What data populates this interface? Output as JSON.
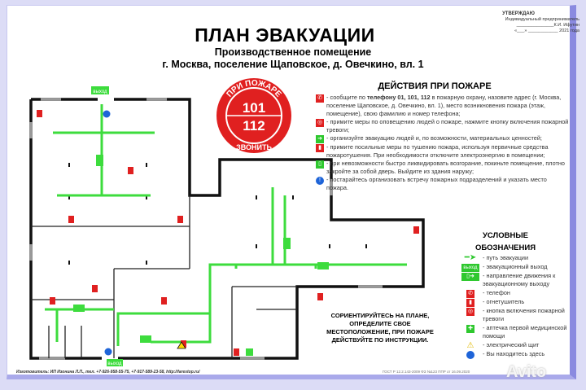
{
  "header": {
    "title": "ПЛАН ЭВАКУАЦИИ",
    "subtitle1": "Производственное помещение",
    "subtitle2": "г. Москва, поселение Щаповское, д. Овечкино, вл. 1"
  },
  "approval": {
    "heading": "УТВЕРЖДАЮ",
    "line1": "Индивидуальный предприниматель",
    "line2": "_______________К.И. Ифутин",
    "line3": "«___» ____________ 2021 года"
  },
  "badge": {
    "top": "ПРИ ПОЖАРЕ",
    "num1": "101",
    "num2": "112",
    "bottom": "ЗВОНИТЬ"
  },
  "actions": {
    "heading": "ДЕЙСТВИЯ ПРИ ПОЖАРЕ",
    "items": [
      {
        "icon": "phone-icon",
        "color": "#e02020",
        "text_pre": "- сообщите по ",
        "text_bold": "телефону 01, 101, 112",
        "text_post": " в пожарную охрану, назовите адрес (г. Москва, поселение Щаповское, д. Овечкино, вл. 1), место возникновения пожара (этаж, помещение), свою фамилию и номер телефона;"
      },
      {
        "icon": "alarm-button-icon",
        "color": "#e02020",
        "text_pre": "- примите меры по оповещению людей о пожаре, нажмите кнопку включения пожарной тревоги;"
      },
      {
        "icon": "arrow-right-icon",
        "color": "#2ec82e",
        "text_pre": "- организуйте эвакуацию людей и, по возможности, материальных ценностей;"
      },
      {
        "icon": "extinguisher-icon",
        "color": "#e02020",
        "text_pre": "- примите посильные меры по тушению пожара, используя первичные средства пожаротушения. При необходимости отключите электроэнергию в помещении;"
      },
      {
        "icon": "exit-door-icon",
        "color": "#2ec82e",
        "text_pre": "- при невозможности быстро ликвидировать возгорание, покиньте помещение, плотно закройте за собой дверь. Выйдите из здания наружу;"
      },
      {
        "icon": "info-icon",
        "color": "#1e64d8",
        "text_pre": "- постарайтесь организовать встречу пожарных подразделений и указать место пожара."
      }
    ]
  },
  "legend": {
    "heading1": "УСЛОВНЫЕ",
    "heading2": "ОБОЗНАЧЕНИЯ",
    "items": [
      {
        "icon": "evacuation-path-icon",
        "text": "- путь эвакуации"
      },
      {
        "icon": "exit-sign-icon",
        "sign": "выход",
        "text": "- эвакуационный выход"
      },
      {
        "icon": "exit-direction-icon",
        "text": "- направление движения к эвакуационному выходу"
      },
      {
        "icon": "phone-icon",
        "text": "- телефон"
      },
      {
        "icon": "extinguisher-icon",
        "text": "- огнетушитель"
      },
      {
        "icon": "alarm-button-icon",
        "text": "- кнопка включения пожарной тревоги"
      },
      {
        "icon": "first-aid-icon",
        "text": "- аптечка первой медицинской помощи"
      },
      {
        "icon": "electric-panel-icon",
        "text": "- электрический щит"
      },
      {
        "icon": "you-are-here-icon",
        "text": "- Вы находитесь здесь"
      }
    ]
  },
  "orientation": "СОРИЕНТИРУЙТЕСЬ НА ПЛАНЕ, ОПРЕДЕЛИТЕ СВОЕ МЕСТОПОЛОЖЕНИЕ, ПРИ ПОЖАРЕ ДЕЙСТВУЙТЕ ПО ИНСТРУКЦИИ.",
  "plan": {
    "exit_label": "выход"
  },
  "footer": {
    "maker": "Изготовитель: ИП Изонина Л.П., тел. +7-926-958-55-75, +7-917-589-23-58, http://farestop.ru/",
    "gost": "ГОСТ Р 12.2.143-2009 ФЗ №123 ППР от 16.09.2020",
    "watermark": "Avito"
  },
  "colors": {
    "route": "#3ddc3d",
    "fire": "#e02020",
    "frame": "#8a8ae0",
    "here": "#1e64d8"
  }
}
